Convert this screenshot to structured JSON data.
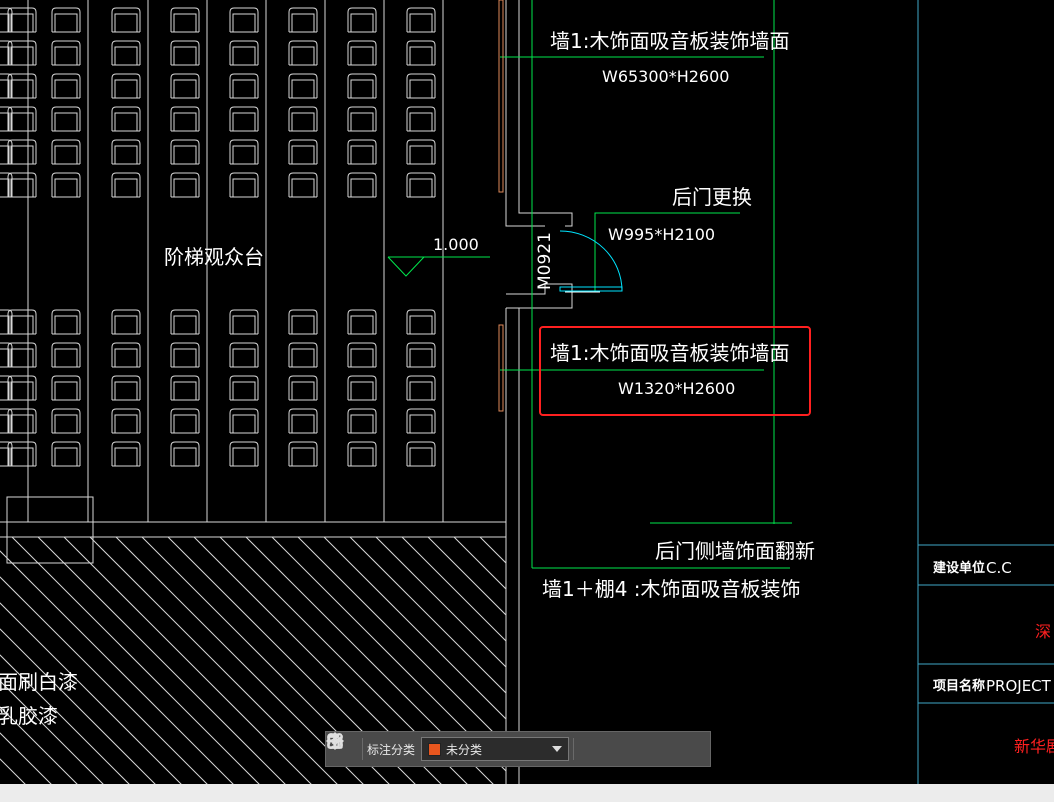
{
  "drawing": {
    "labels": {
      "wall_upper": "墙1:木饰面吸音板装饰墙面",
      "wall_upper_dim": "W65300*H2600",
      "rear_door_replace": "后门更换",
      "door_dim": "W995*H2100",
      "door_code": "M0921",
      "elevation": "1.000",
      "stand": "阶梯观众台",
      "wall_mid": "墙1:木饰面吸音板装饰墙面",
      "wall_mid_dim": "W1320*H2600",
      "rear_side_wall": "后门侧墙饰面翻新",
      "wall_ceiling": "墙1＋棚4 :木饰面吸音板装饰",
      "paint_1": "面刷白漆",
      "paint_2": "乳胶漆"
    },
    "title_block": {
      "client_label": "建设单位",
      "client_value": "C.C",
      "client_red": "深",
      "project_label": "项目名称",
      "project_value": "PROJECT",
      "project_red": "新华剧"
    },
    "colors": {
      "background": "#000000",
      "lines": "#ffffff",
      "leader": "#00ff00",
      "highlight": "#ff2020",
      "door_arc": "#00e5ff",
      "title_frame": "#3fa7c9"
    }
  },
  "toolbar": {
    "label": "标注分类",
    "selected": "未分类",
    "swatch_color": "#e8561e",
    "icons": [
      "grid-icon",
      "edit-icon",
      "move-icon",
      "copy-icon",
      "paste-icon"
    ]
  }
}
